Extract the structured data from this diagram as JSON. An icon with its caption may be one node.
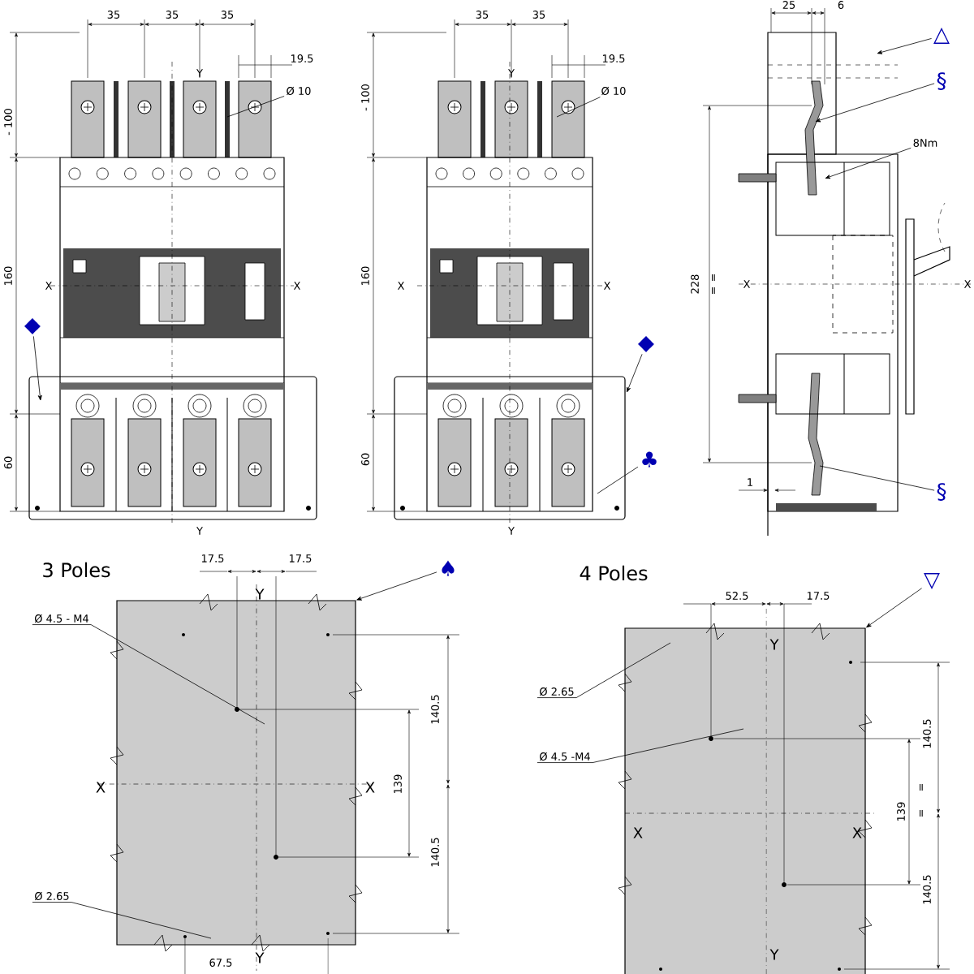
{
  "diagram": {
    "nodes": [
      {
        "text": [
          "◆"
        ]
      },
      {
        "text": [
          "Ø 10"
        ]
      },
      {
        "text": [
          "Ø 10"
        ]
      },
      {
        "text": [
          "◆"
        ]
      },
      {
        "text": [
          "♣"
        ]
      },
      {
        "text": [
          "△"
        ]
      },
      {
        "text": [
          "§"
        ]
      },
      {
        "text": [
          "8Nm"
        ]
      },
      {
        "text": [
          "§"
        ]
      },
      {
        "text": [
          "♠"
        ]
      },
      {
        "text": [
          "Ø 4.5 - M4"
        ]
      },
      {
        "text": [
          "Ø 2.65"
        ]
      },
      {
        "text": [
          "▽"
        ]
      },
      {
        "text": [
          "Ø 2.65"
        ]
      },
      {
        "text": [
          "Ø 4.5 -M4"
        ]
      },
      {
        "text": [],
        "shape": "box"
      },
      {
        "text": [],
        "shape": "box"
      },
      {
        "text": [],
        "shape": "box"
      },
      {
        "text": [],
        "shape": "box"
      }
    ],
    "edges": [
      {
        "from": 0,
        "to": 15,
        "arrow": "to"
      },
      {
        "from": 1,
        "to": null,
        "arrow": "none"
      },
      {
        "from": 2,
        "to": null,
        "arrow": "none"
      },
      {
        "from": 3,
        "to": 16,
        "arrow": "to"
      },
      {
        "from": 4,
        "to": 16,
        "arrow": "none"
      },
      {
        "from": 5,
        "to": null,
        "arrow": "to"
      },
      {
        "from": 6,
        "to": null,
        "arrow": "to"
      },
      {
        "from": 7,
        "to": null,
        "arrow": "to"
      },
      {
        "from": 8,
        "to": null,
        "arrow": "none"
      },
      {
        "from": 9,
        "to": 17,
        "arrow": "to"
      },
      {
        "from": 10,
        "to": 17,
        "arrow": "none"
      },
      {
        "from": 11,
        "to": 17,
        "arrow": "none"
      },
      {
        "from": 12,
        "to": 18,
        "arrow": "to"
      },
      {
        "from": 13,
        "to": 18,
        "arrow": "none"
      },
      {
        "from": 14,
        "to": 18,
        "arrow": "none"
      }
    ],
    "labels": [
      "35",
      "35",
      "35",
      "19.5",
      "- 100",
      "160",
      "60",
      "X",
      "X",
      "Y",
      "Y",
      "35",
      "35",
      "19.5",
      "- 100",
      "160",
      "60",
      "X",
      "X",
      "Y",
      "Y",
      "25",
      "6",
      "228",
      "=",
      "=",
      "X",
      "X",
      "1",
      "3 Poles",
      "17.5",
      "17.5",
      "140.5",
      "140.5",
      "139",
      "X",
      "X",
      "Y",
      "Y",
      "67.5",
      "4 Poles",
      "52.5",
      "17.5",
      "140.5",
      "140.5",
      "139",
      "=",
      "=",
      "X",
      "X",
      "Y",
      "Y"
    ]
  }
}
